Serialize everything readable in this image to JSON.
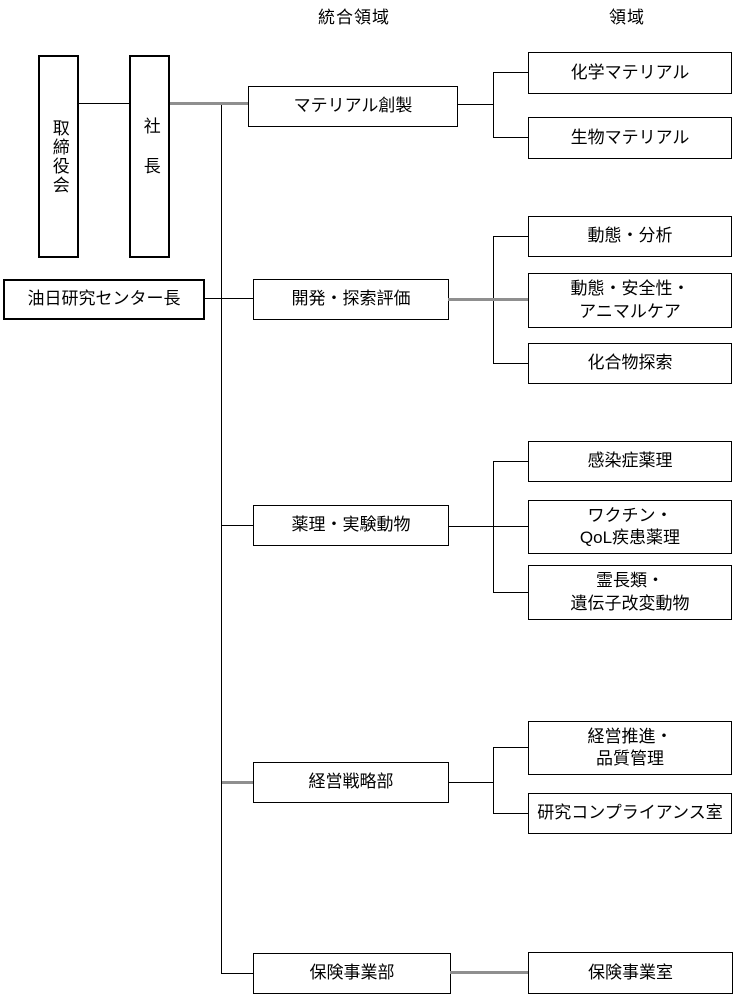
{
  "header": {
    "integrated_area_label": "統合領域",
    "area_label": "領域"
  },
  "org": {
    "board": "取締役会",
    "president": "社長",
    "center_director": "油日研究センター長",
    "groups": [
      {
        "name": "マテリアル創製",
        "children": [
          "化学マテリアル",
          "生物マテリアル"
        ]
      },
      {
        "name": "開発・探索評価",
        "children": [
          "動態・分析",
          "動態・安全性・\nアニマルケア",
          "化合物探索"
        ]
      },
      {
        "name": "薬理・実験動物",
        "children": [
          "感染症薬理",
          "ワクチン・\nQoL疾患薬理",
          "霊長類・\n遺伝子改変動物"
        ]
      },
      {
        "name": "経営戦略部",
        "children": [
          "経営推進・\n品質管理",
          "研究コンプライアンス室"
        ]
      },
      {
        "name": "保険事業部",
        "children": [
          "保険事業室"
        ]
      }
    ]
  },
  "colors": {
    "background": "#ffffff",
    "box_border": "#000000",
    "connector_black": "#000000",
    "connector_gray": "#8f8f8f",
    "text": "#000000"
  }
}
